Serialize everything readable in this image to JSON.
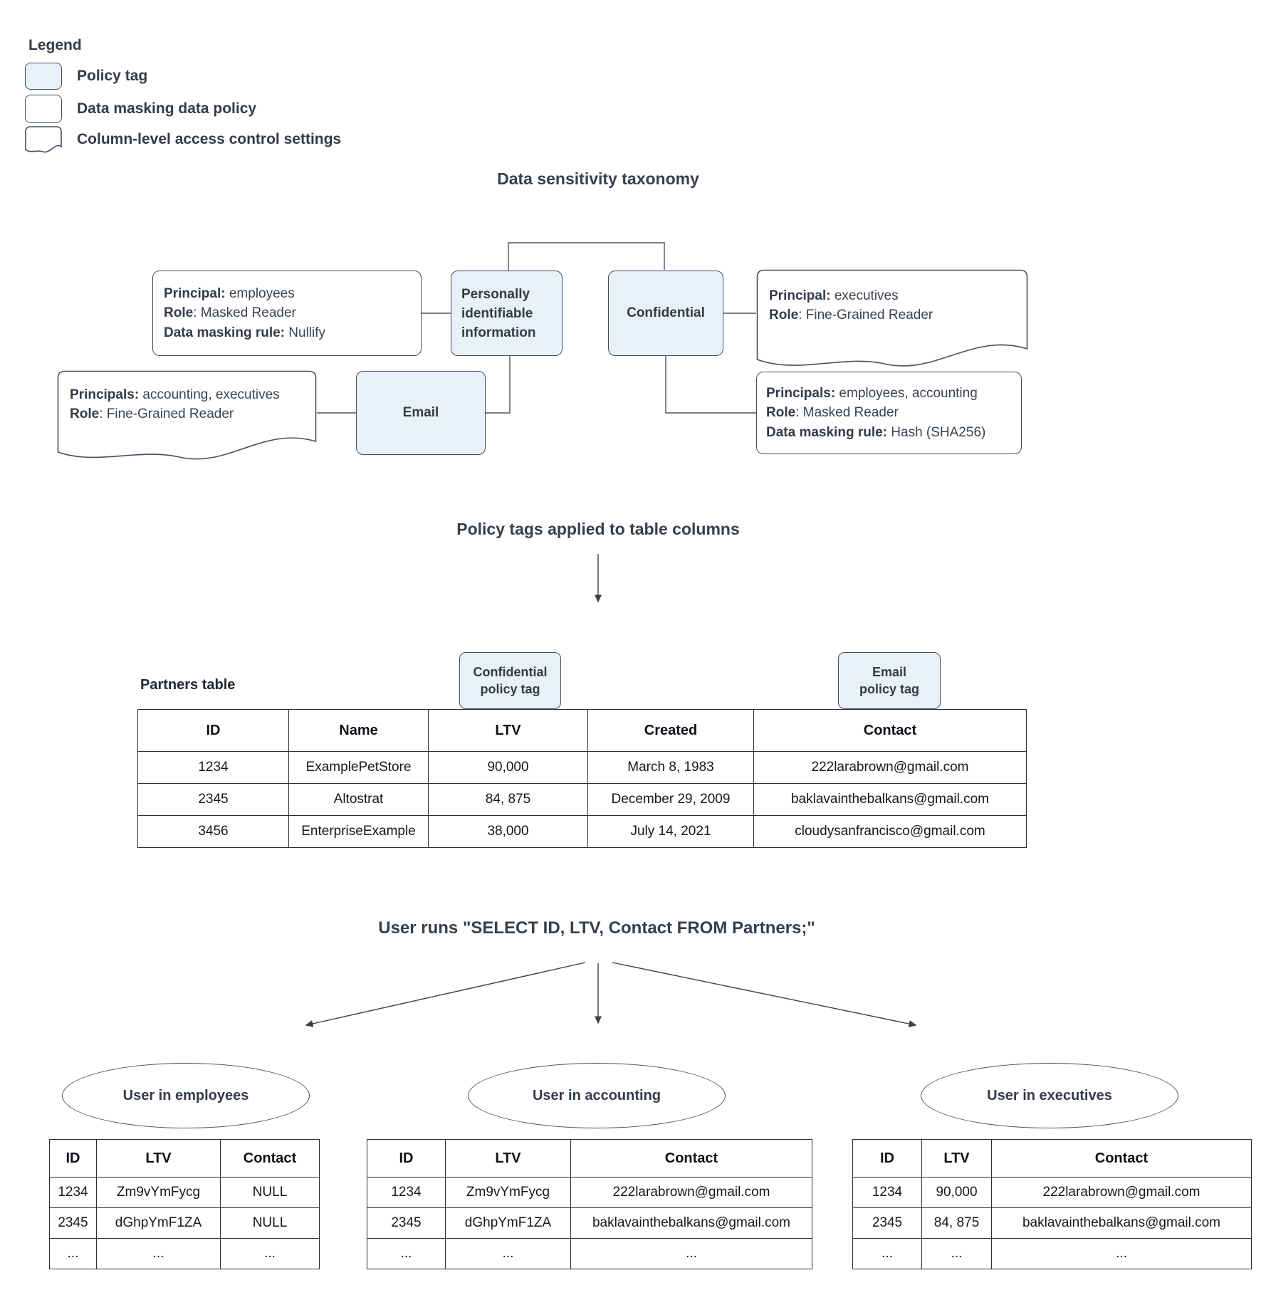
{
  "legend": {
    "title": "Legend",
    "items": [
      {
        "label": "Policy tag",
        "shape": "policy-tag-swatch"
      },
      {
        "label": "Data masking data policy",
        "shape": "data-policy-swatch"
      },
      {
        "label": "Column-level access control settings",
        "shape": "access-control-swatch"
      }
    ]
  },
  "colors": {
    "policy_tag_fill": "#e8f0fa",
    "shape_stroke": "#45505e",
    "diagram_text": "#333b47",
    "table_line": "#2a2e34"
  },
  "taxonomy": {
    "title": "Data sensitivity taxonomy",
    "tags": {
      "pii": "Personally identifiable information",
      "confidential": "Confidential",
      "email": "Email"
    },
    "policies": {
      "employees_nullify": {
        "lines": [
          {
            "k": "Principal:",
            "v": " employees"
          },
          {
            "k": "Role",
            "v": ": Masked Reader"
          },
          {
            "k": "Data masking rule:",
            "v": " Nullify"
          }
        ]
      },
      "executives_fine_grained": {
        "lines": [
          {
            "k": "Principal:",
            "v": " executives"
          },
          {
            "k": "Role",
            "v": ": Fine-Grained Reader"
          }
        ]
      },
      "accounting_executives_fine_grained": {
        "lines": [
          {
            "k": "Principals:",
            "v": " accounting, executives"
          },
          {
            "k": "Role",
            "v": ": Fine-Grained Reader"
          }
        ]
      },
      "employees_accounting_hash": {
        "lines": [
          {
            "k": "Principals:",
            "v": " employees, accounting"
          },
          {
            "k": "Role",
            "v": ": Masked Reader"
          },
          {
            "k": "Data masking rule:",
            "v": " Hash (SHA256)"
          }
        ]
      }
    }
  },
  "applied": {
    "title": "Policy tags applied to table columns",
    "partners_label": "Partners table",
    "column_tags": [
      {
        "line1": "Confidential",
        "line2": "policy tag"
      },
      {
        "line1": "Email",
        "line2": "policy tag"
      }
    ]
  },
  "partners_table": {
    "headers": [
      "ID",
      "Name",
      "LTV",
      "Created",
      "Contact"
    ],
    "rows": [
      [
        "1234",
        "ExamplePetStore",
        "90,000",
        "March 8, 1983",
        "222larabrown@gmail.com"
      ],
      [
        "2345",
        "Altostrat",
        "84, 875",
        "December 29, 2009",
        "baklavainthebalkans@gmail.com"
      ],
      [
        "3456",
        "EnterpriseExample",
        "38,000",
        "July 14, 2021",
        "cloudysanfrancisco@gmail.com"
      ]
    ]
  },
  "query": {
    "title": "User runs \"SELECT ID, LTV, Contact FROM Partners;\""
  },
  "results": [
    {
      "user": "User in employees",
      "headers": [
        "ID",
        "LTV",
        "Contact"
      ],
      "rows": [
        [
          "1234",
          "Zm9vYmFycg",
          "NULL"
        ],
        [
          "2345",
          "dGhpYmF1ZA",
          "NULL"
        ],
        [
          "...",
          "...",
          "..."
        ]
      ]
    },
    {
      "user": "User in accounting",
      "headers": [
        "ID",
        "LTV",
        "Contact"
      ],
      "rows": [
        [
          "1234",
          "Zm9vYmFycg",
          "222larabrown@gmail.com"
        ],
        [
          "2345",
          "dGhpYmF1ZA",
          "baklavainthebalkans@gmail.com"
        ],
        [
          "...",
          "...",
          "..."
        ]
      ]
    },
    {
      "user": "User in executives",
      "headers": [
        "ID",
        "LTV",
        "Contact"
      ],
      "rows": [
        [
          "1234",
          "90,000",
          "222larabrown@gmail.com"
        ],
        [
          "2345",
          "84, 875",
          "baklavainthebalkans@gmail.com"
        ],
        [
          "...",
          "...",
          "..."
        ]
      ]
    }
  ]
}
